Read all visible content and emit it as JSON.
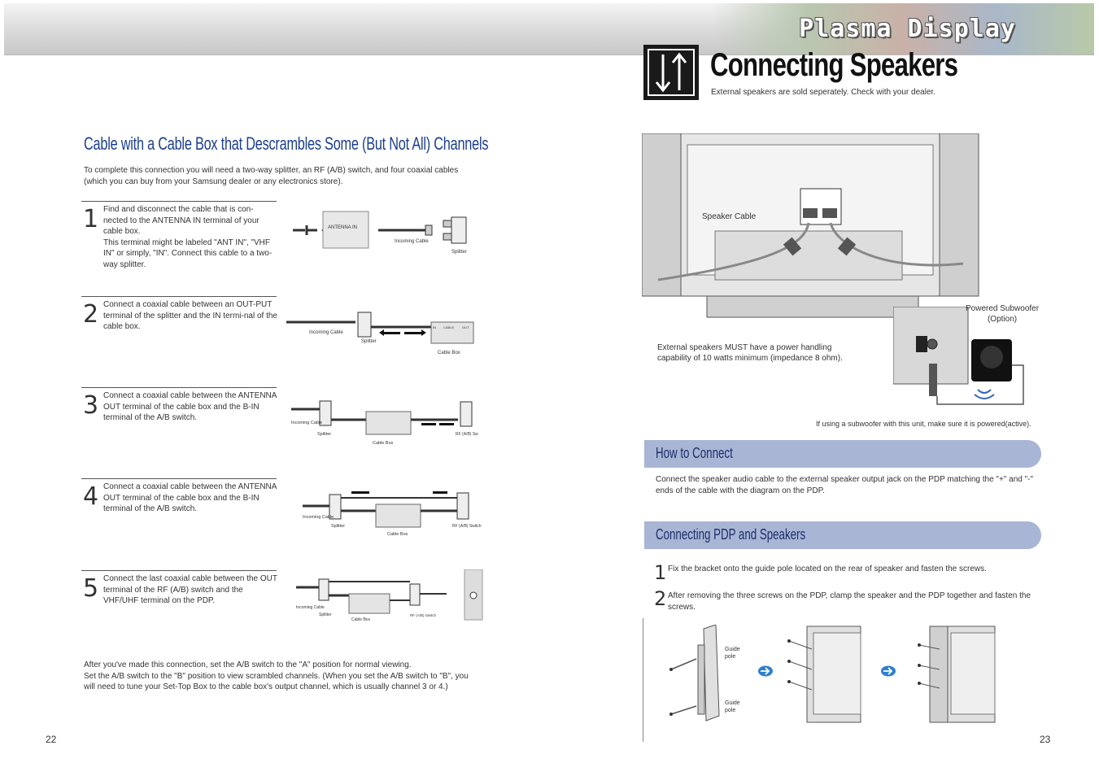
{
  "header": {
    "brand": "Plasma Display"
  },
  "left_page": {
    "title": "Cable with a Cable Box that Descrambles Some (But Not All) Channels",
    "intro": "To complete this connection you will need a two-way splitter, an RF (A/B) switch, and four coaxial cables (which you can buy from your Samsung dealer or any electronics store).",
    "steps": [
      {
        "number": "1",
        "text": "Find and disconnect the cable that is con-nected to the ANTENNA IN terminal of your cable box.\nThis terminal might be labeled \"ANT IN\", \"VHF IN\" or simply, \"IN\". Connect this cable to a two-way splitter."
      },
      {
        "number": "2",
        "text": "Connect a coaxial cable between an OUT-PUT terminal of the splitter and the IN termi-nal of the cable box."
      },
      {
        "number": "3",
        "text": "Connect a coaxial cable between the ANTENNA OUT terminal of the cable box and the B-IN terminal of the A/B switch."
      },
      {
        "number": "4",
        "text": "Connect a coaxial cable between the ANTENNA OUT terminal of the cable box and the B-IN terminal of the A/B switch."
      },
      {
        "number": "5",
        "text": "Connect the last coaxial cable between the OUT terminal of the RF (A/B) switch and the VHF/UHF terminal on the PDP."
      }
    ],
    "figure_labels": {
      "antenna_in": "ANTENNA IN",
      "incoming_cable": "Incoming Cable",
      "splitter": "Splitter",
      "cable_box": "Cable Box",
      "rf_switch": "RF (A/B) Switch",
      "in": "IN",
      "cable": "CABLE",
      "out": "OUT"
    },
    "after_text": "After you've made this connection, set the A/B switch to the \"A\" position for normal viewing.\nSet the A/B switch to the \"B\" position to view scrambled channels. (When you set the A/B switch to \"B\", you will need to tune your Set-Top Box to the cable box's output channel, which is usually channel 3 or 4.)",
    "page_number": "22"
  },
  "right_page": {
    "title": "Connecting Speakers",
    "subtitle": "External speakers are sold seperately. Check with your dealer.",
    "speaker_cable_label": "Speaker Cable",
    "subwoofer_label": "Powered Subwoofer\n(Option)",
    "power_note": "External speakers MUST have a power handling\ncapability of 10 watts minimum (impedance 8 ohm).",
    "subwoofer_note": "If using a subwoofer with this unit, make sure it is powered(active).",
    "how_to_connect": {
      "heading": "How to Connect",
      "text": "Connect the speaker audio cable to the external speaker output jack on the PDP matching the \"+\" and \"-\" ends of the cable with the diagram on the PDP."
    },
    "connecting_pdp": {
      "heading": "Connecting PDP and Speakers",
      "steps": [
        {
          "number": "1",
          "text": "Fix the bracket onto the guide pole located on the rear of speaker and fasten the screws."
        },
        {
          "number": "2",
          "text": "After removing the three screws on the PDP, clamp the speaker and the PDP together and fasten the screws."
        }
      ],
      "guide_pole_label": "Guide\npole"
    },
    "page_number": "23"
  }
}
